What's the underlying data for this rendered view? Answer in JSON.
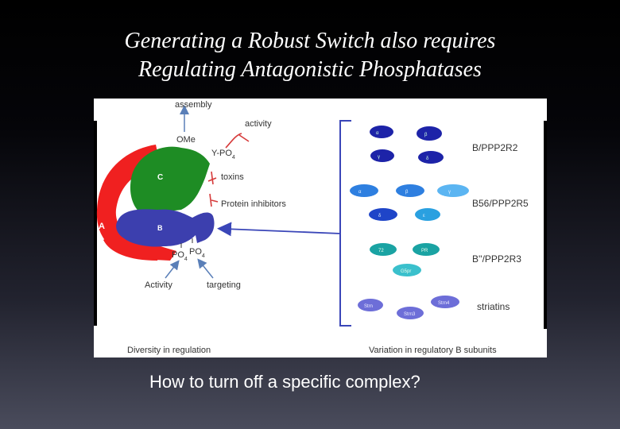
{
  "slide": {
    "title_line1": "Generating a Robust Switch also requires",
    "title_line2": "Regulating Antagonistic Phosphatases",
    "caption": "How to turn off a specific complex?"
  },
  "figure": {
    "labels": {
      "assembly": "assembly",
      "activity": "activity",
      "ome": "OMe",
      "ypo4": "Y-PO",
      "ypo4_sub": "4",
      "toxins": "toxins",
      "protein_inhibitors": "Protein inhibitors",
      "subunit_a": "A",
      "subunit_b": "B",
      "subunit_c": "C",
      "po4_left": "PO",
      "po4_left_sub": "4",
      "po4_right": "PO",
      "po4_right_sub": "4",
      "activity_bottom": "Activity",
      "targeting": "targeting",
      "diversity": "Diversity in regulation",
      "variation": "Variation in regulatory B subunits"
    },
    "families": [
      {
        "name": "B/PPP2R2",
        "color": "#1d23a8",
        "blobs": [
          "α",
          "β",
          "γ",
          "δ"
        ]
      },
      {
        "name": "B56/PPP2R5",
        "color": "#2e7fe0",
        "blobs": [
          "α",
          "β",
          "γ",
          "δ",
          "ε"
        ]
      },
      {
        "name": "B''/PPP2R3",
        "color": "#1aa3a3",
        "blobs": [
          "72",
          "PR",
          "G5pr"
        ]
      },
      {
        "name": "striatins",
        "color": "#6d6ed8",
        "blobs": [
          "Strn",
          "Strn3",
          "Strn4"
        ]
      }
    ],
    "colors": {
      "subunit_a": "#f02020",
      "subunit_b": "#3c3fae",
      "subunit_c": "#1e8c24",
      "arrow_blue": "#5a7fb8",
      "inhibitor_red": "#d63a3a",
      "pointer_arrow": "#3a46b8"
    }
  }
}
